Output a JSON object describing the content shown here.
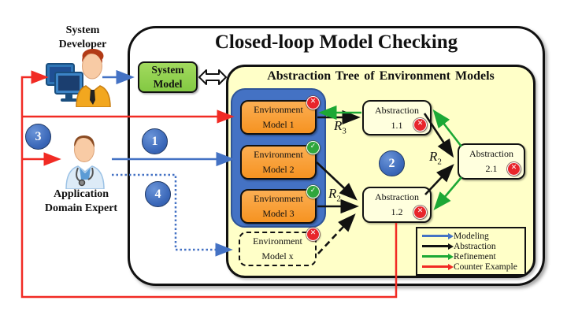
{
  "title": "Closed-loop Model Checking",
  "colors": {
    "yellow_panel": "#FFFFC8",
    "orange_box": "#F69E3A",
    "blue_container": "#4472C4",
    "green_system_model": "#92D050",
    "step_circle_blue": "#3A67B8",
    "modeling_blue": "#4472C4",
    "abstraction_black": "#111111",
    "refinement_green": "#1CA835",
    "counter_example_red": "#F12B24",
    "fail_badge_red": "#E8252B",
    "pass_badge_green": "#2FA63C"
  },
  "actors": {
    "developer": {
      "line1": "System",
      "line2": "Developer"
    },
    "expert": {
      "line1": "Application",
      "line2": "Domain Expert"
    }
  },
  "system_model": {
    "line1": "System",
    "line2": "Model"
  },
  "tree": {
    "title": "Abstraction Tree of Environment Models",
    "env_models": [
      {
        "line1": "Environment",
        "line2": "Model 1",
        "status": "fail",
        "badge": "✕"
      },
      {
        "line1": "Environment",
        "line2": "Model 2",
        "status": "pass",
        "badge": "✓"
      },
      {
        "line1": "Environment",
        "line2": "Model 3",
        "status": "pass",
        "badge": "✓"
      },
      {
        "line1": "Environment",
        "line2": "Model x",
        "status": "fail",
        "badge": "✕"
      }
    ],
    "abstractions": [
      {
        "line1": "Abstraction",
        "line2": "1.1",
        "status": "fail",
        "badge": "✕"
      },
      {
        "line1": "Abstraction",
        "line2": "1.2",
        "status": "fail",
        "badge": "✕"
      },
      {
        "line1": "Abstraction",
        "line2": "2.1",
        "status": "fail",
        "badge": "✕"
      }
    ],
    "relations": [
      {
        "base": "R",
        "sub": "3"
      },
      {
        "base": "R",
        "sub": "2"
      },
      {
        "base": "R",
        "sub": "2"
      }
    ]
  },
  "steps": [
    "1",
    "2",
    "3",
    "4"
  ],
  "legend": {
    "items": [
      {
        "label": "Modeling",
        "color": "#4472C4"
      },
      {
        "label": "Abstraction",
        "color": "#111111"
      },
      {
        "label": "Refinement",
        "color": "#1CA835"
      },
      {
        "label": "Counter Example",
        "color": "#F12B24"
      }
    ]
  }
}
